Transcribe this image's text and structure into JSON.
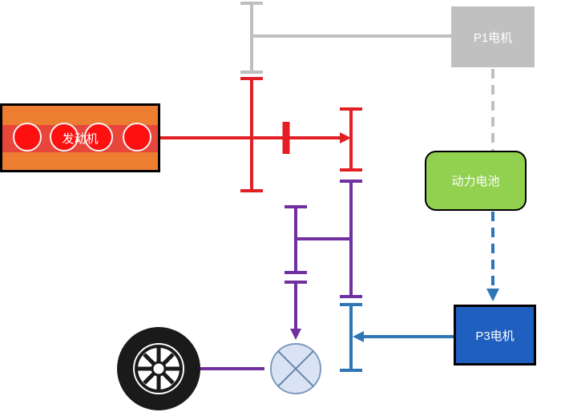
{
  "blocks": {
    "p1_motor": "P1电机",
    "battery": "动力电池",
    "p3_motor": "P3电机",
    "engine": "发动机"
  },
  "colors": {
    "engine_shaft": "#e31e24",
    "p1_link": "#bfbfbf",
    "p1_dashed": "#bfbfbf",
    "battery_dashed": "#2e75b6",
    "output_shaft": "#7030a0",
    "p3_shaft": "#2e75b6"
  },
  "icons": {
    "wheel": "wheel-icon",
    "differential": "differential-icon"
  }
}
